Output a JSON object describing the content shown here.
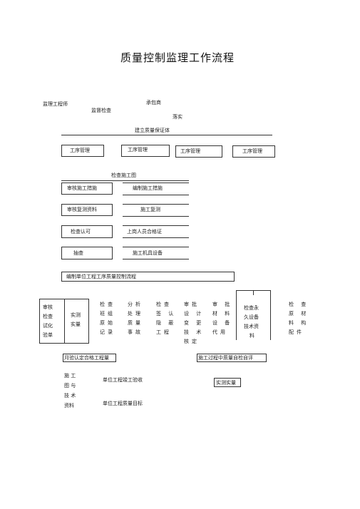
{
  "title": "质量控制监理工作流程",
  "header": {
    "engineer": "监理工程师",
    "supervise": "监督检查",
    "contractor": "承包商",
    "implement": "落实"
  },
  "quality_system": "建立质量保证体",
  "process_mgmt": [
    "工序管理",
    "工序管理",
    "工序管理",
    "工序管理"
  ],
  "check_drawings": "检查施工图",
  "review_rows": [
    {
      "left": "审核施工措施",
      "right": "编制施工措施"
    },
    {
      "left": "审核复测资料",
      "right": "施工复测"
    },
    {
      "left": "检查认可",
      "right": "上岗人员合格证"
    },
    {
      "left": "抽查",
      "right": "施工机具设备"
    }
  ],
  "process_plan": "编制单位工程工序质量控制流程",
  "left_box": {
    "col1": [
      "审核",
      "检查",
      "试化",
      "验单"
    ],
    "col2": [
      "实测",
      "实量"
    ]
  },
  "columns": [
    [
      "检查",
      "班组",
      "原始",
      "记录"
    ],
    [
      "分析",
      "处理",
      "质量",
      "事故"
    ],
    [
      "检查",
      "签 认",
      "隐 蔽",
      "工程"
    ],
    [
      "审批",
      "设 计",
      "变 更",
      "技 术",
      "核定"
    ],
    [
      "审 批",
      "材 料",
      "设 备",
      "代用"
    ]
  ],
  "inspect_box": [
    "检查永",
    "久设备",
    "技术资",
    "料"
  ],
  "right_col": [
    "检 查",
    "原 材",
    "料 构",
    "配件"
  ],
  "bottom": {
    "confirm": "月验认定合格工程量",
    "self_check": "施工过程中质量自检自评",
    "docs": [
      "施 工",
      "图 与",
      "技 术",
      "资料"
    ],
    "acceptance": "单位工程竣工验收",
    "quality_goal": "单位工程质量目标",
    "measure": "实测实量"
  }
}
